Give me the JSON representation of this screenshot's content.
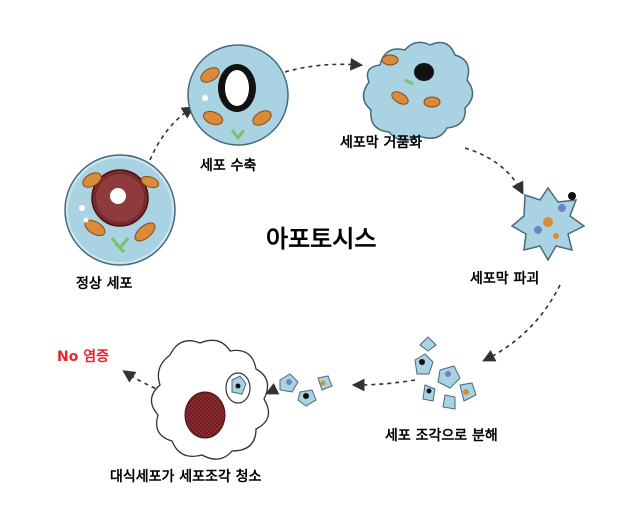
{
  "title": "아포토시스",
  "stages": {
    "normal": "정상 세포",
    "shrink": "세포 수축",
    "bleb": "세포막 거품화",
    "rupture": "세포막 파괴",
    "fragments": "세포 조각으로 분해",
    "phagocyte": "대식세포가 세포조각 청소"
  },
  "no_inflammation": "No 염증",
  "colors": {
    "no_inflammation": "#e8232a",
    "cell_fill": "#a9d3e3",
    "mitochondria": "#d98a3a",
    "nucleus_dark": "#7a2a2e",
    "golgi": "#7dbf6a",
    "arrow": "#333333"
  }
}
